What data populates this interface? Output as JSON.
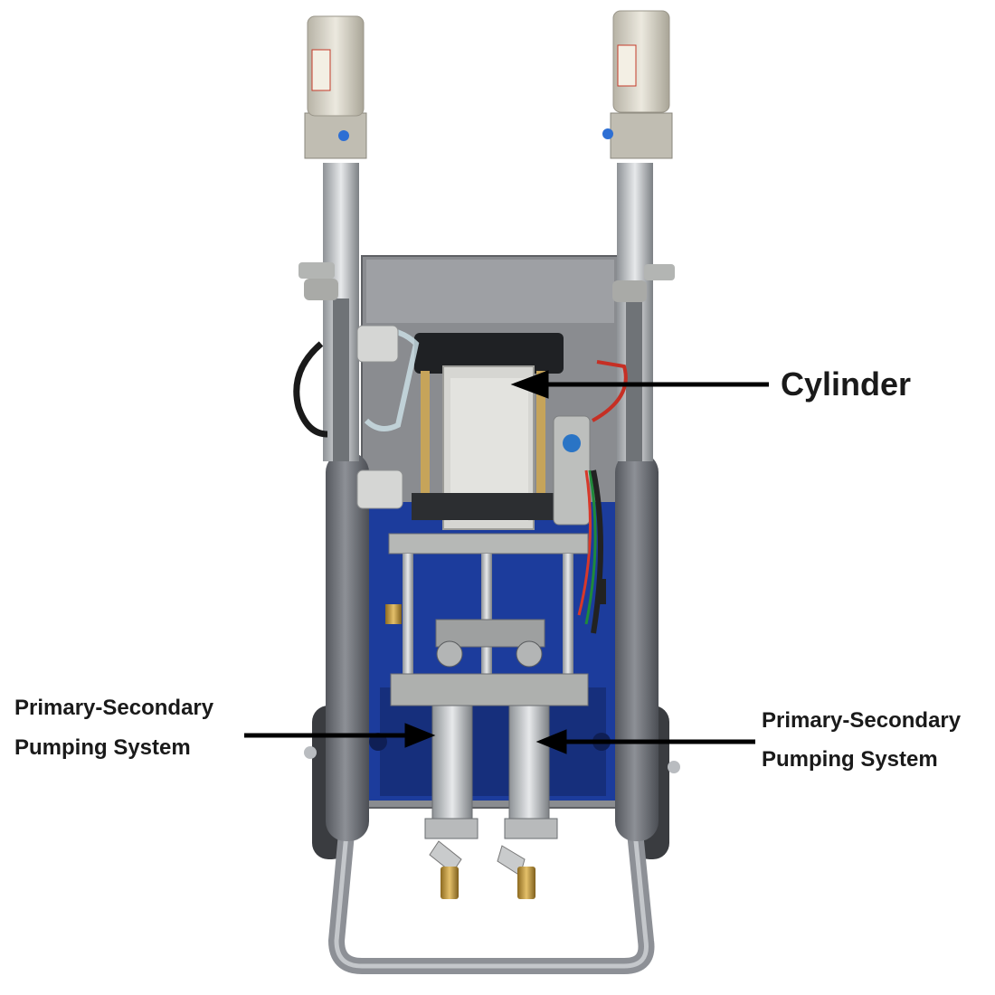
{
  "callouts": {
    "cylinder": "Cylinder",
    "left_line1": "Primary-Secondary",
    "left_line2": "Pumping System",
    "right_line1": "Primary-Secondary",
    "right_line2": "Pumping System"
  },
  "colors": {
    "background": "#ffffff",
    "frame_gray": "#6e7178",
    "panel_blue": "#1c3c9c",
    "metal": "#c9cccf",
    "aluminum": "#d8d8d5",
    "brass": "#c79a3a",
    "arrow": "#000000"
  }
}
